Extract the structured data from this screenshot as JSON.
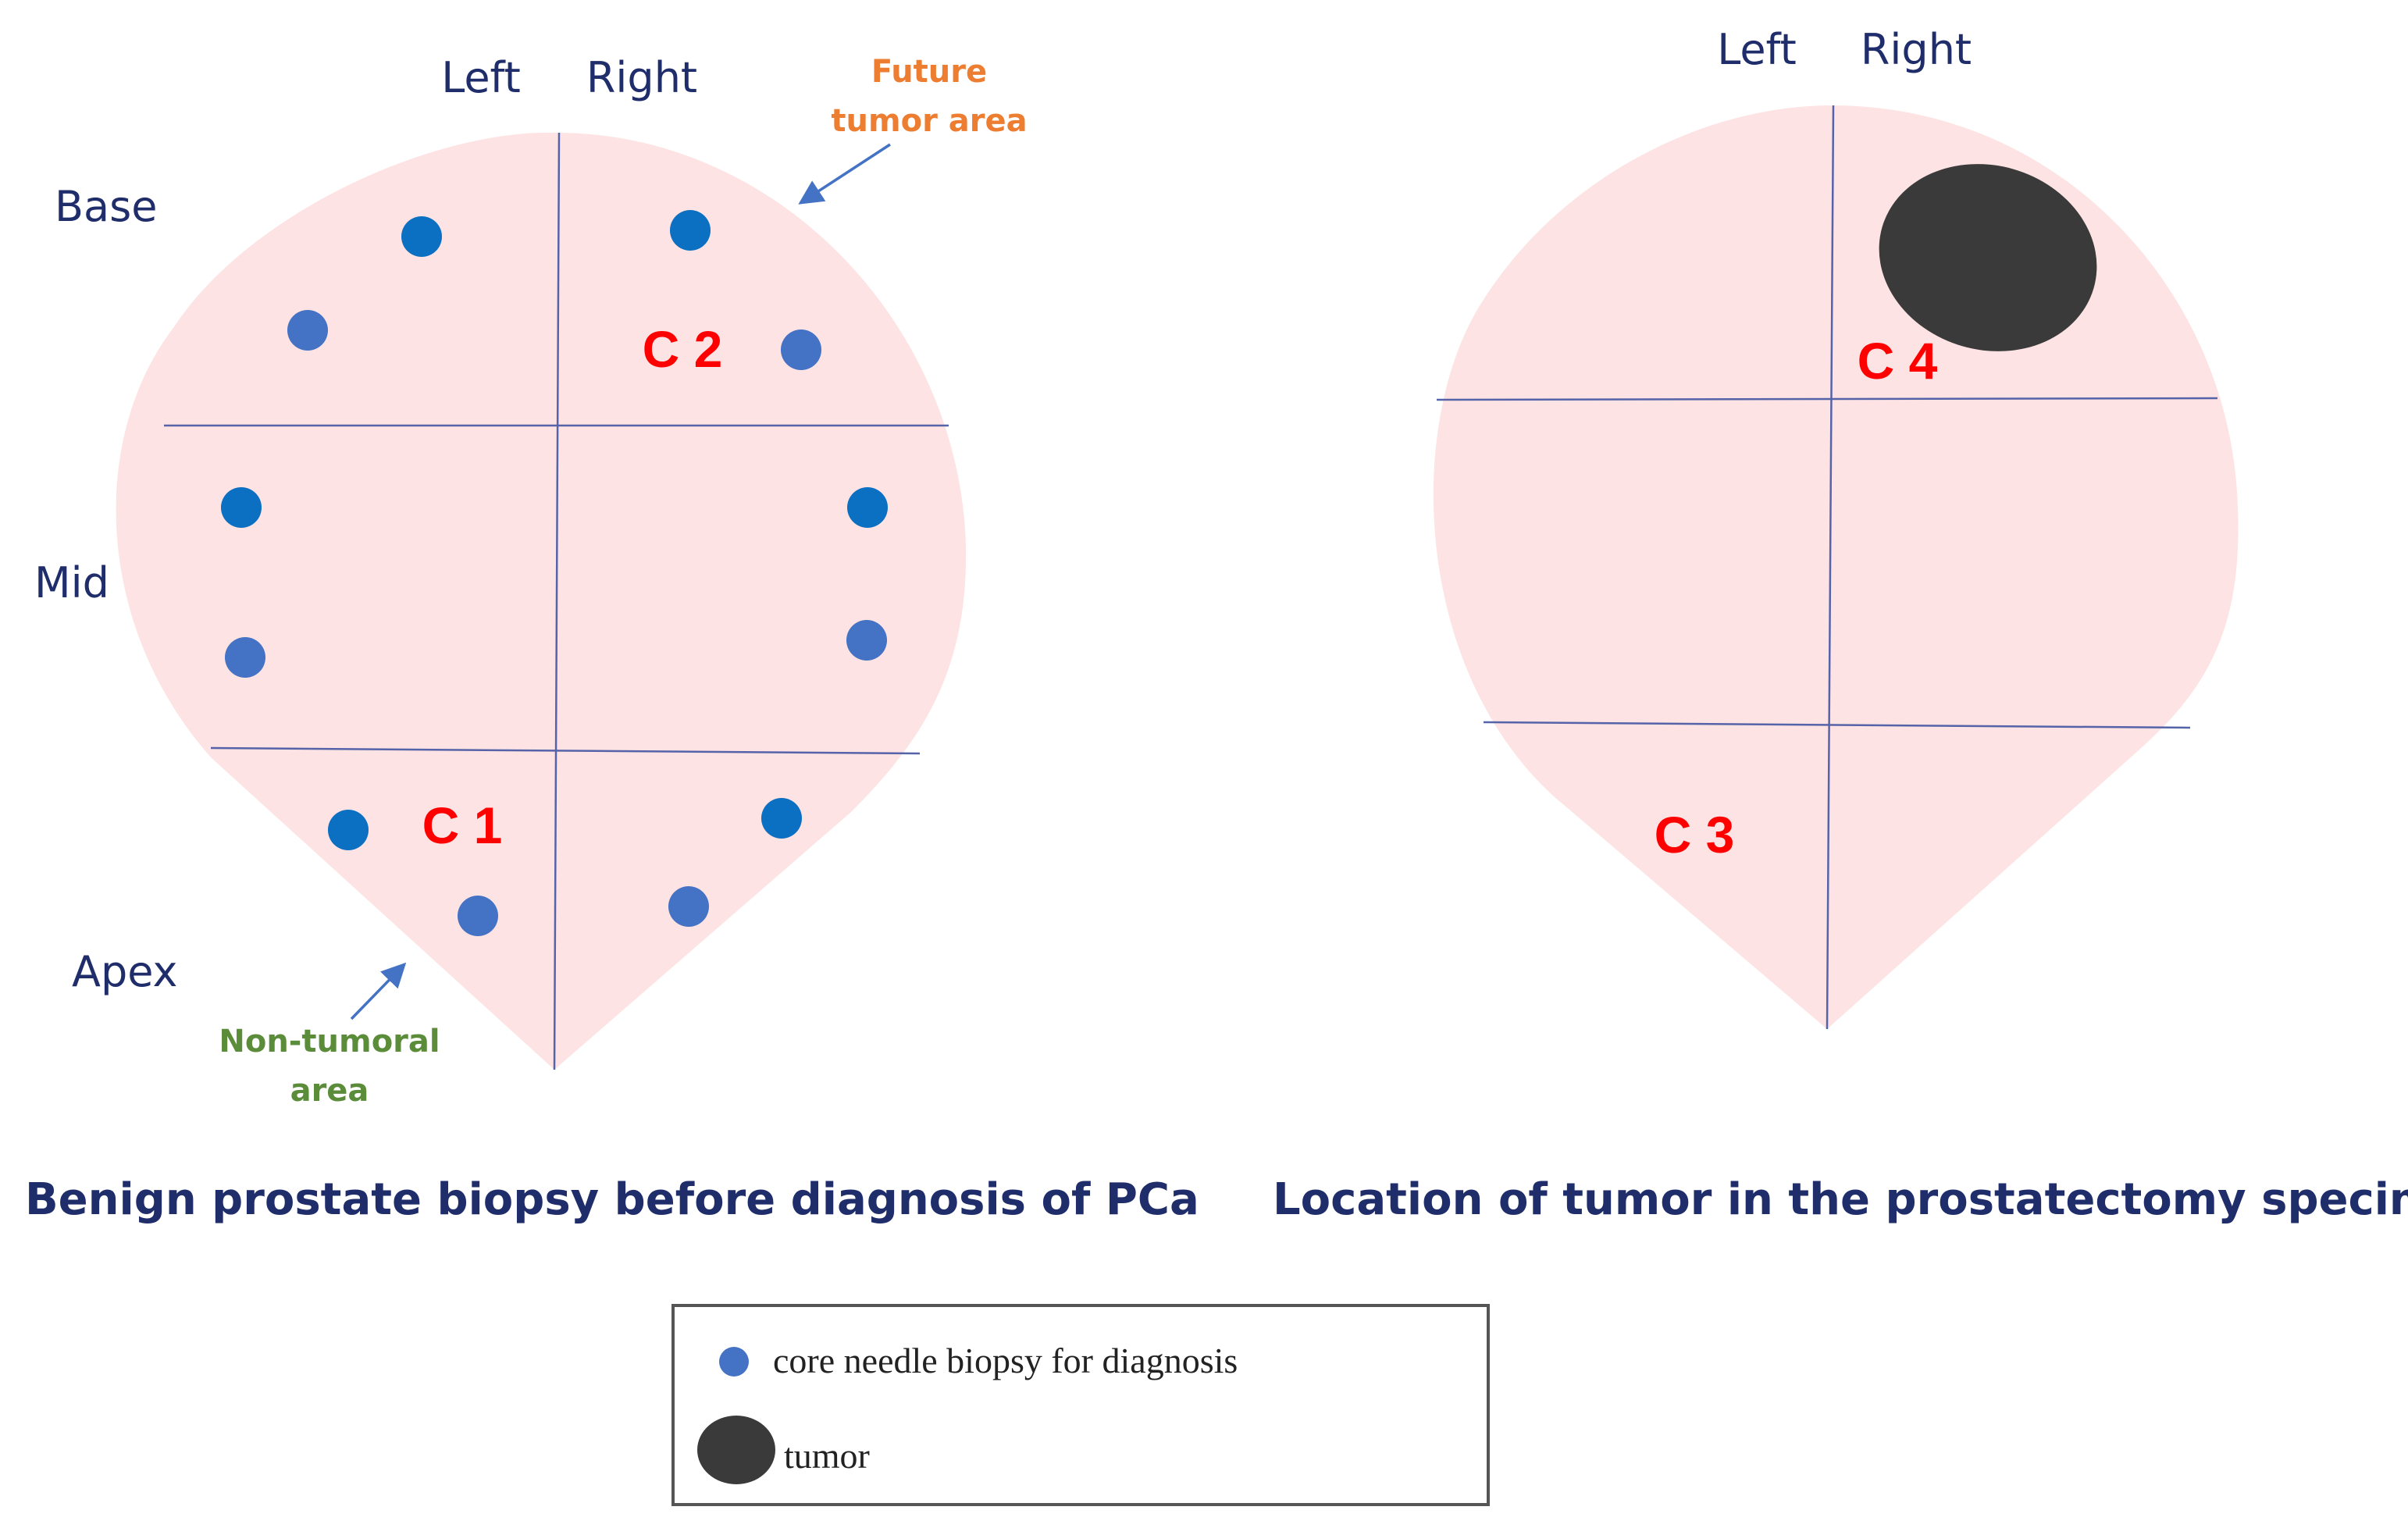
{
  "colors": {
    "gland_fill": "#fde3e3",
    "grid_line": "#5563a8",
    "label_navy": "#1f2d6b",
    "zone_red": "#ff0000",
    "future_orange": "#ed7d31",
    "nontumoral_green": "#5b8c3a",
    "biopsy_blue_dark": "#0b6fc2",
    "biopsy_blue_light": "#4472c4",
    "tumor": "#3a3a3a",
    "arrow": "#4472c4",
    "legend_border": "#555555"
  },
  "left_panel": {
    "label_left": "Left",
    "label_right": "Right",
    "label_base": "Base",
    "label_mid": "Mid",
    "label_apex": "Apex",
    "annotation_future_line1": "Future",
    "annotation_future_line2": "tumor area",
    "annotation_non_line1": "Non-tumoral",
    "annotation_non_line2": "area",
    "zone_c1": "C 1",
    "zone_c2": "C 2",
    "caption": "Benign prostate biopsy before diagnosis of PCa",
    "biopsy_count": 12
  },
  "right_panel": {
    "label_left": "Left",
    "label_right": "Right",
    "zone_c3": "C 3",
    "zone_c4": "C 4",
    "caption": "Location of tumor in the prostatectomy specimen"
  },
  "legend": {
    "biopsy_label": "core needle biopsy for diagnosis",
    "tumor_label": "tumor",
    "biopsy_icon": "blue-dot-icon",
    "tumor_icon": "dark-ellipse-icon"
  }
}
